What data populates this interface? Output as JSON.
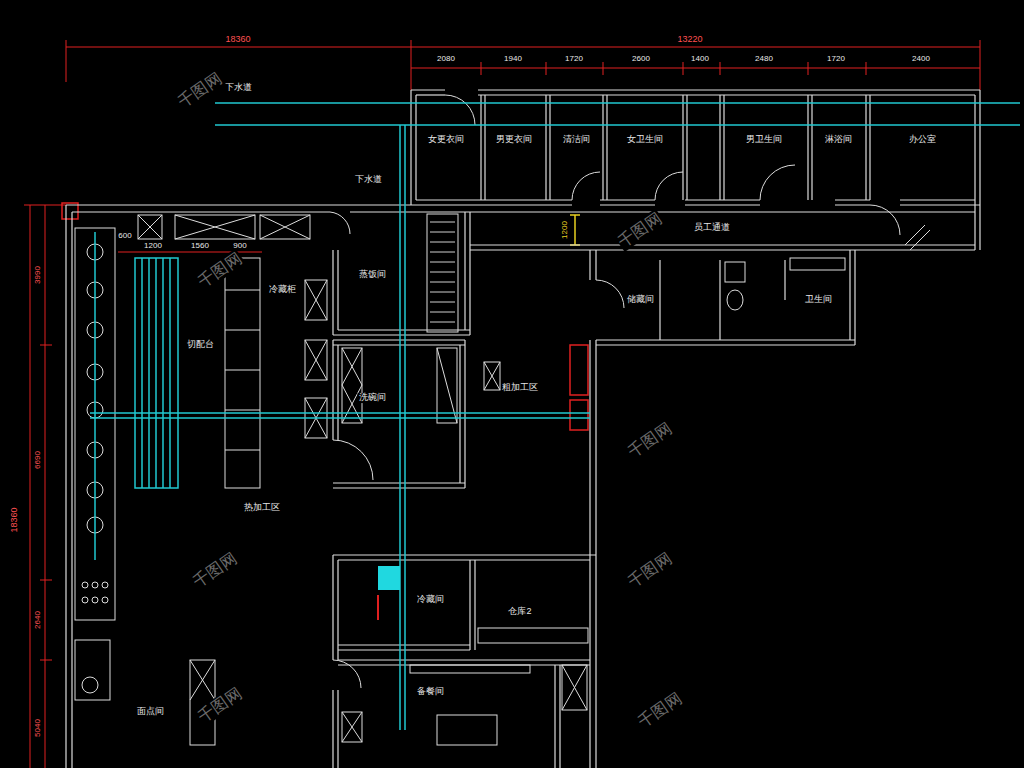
{
  "diagram": {
    "labels": [
      "18360",
      "13220",
      "2080",
      "1940",
      "1720",
      "2600",
      "1400",
      "2480",
      "1720",
      "2400",
      "18360",
      "3990",
      "6690",
      "2640",
      "5040",
      "1200",
      "600",
      "1200",
      "1560",
      "900",
      "下水道",
      "下水道",
      "女更衣间",
      "男更衣间",
      "清洁间",
      "女卫生间",
      "男卫生间",
      "淋浴间",
      "办公室",
      "员工通道",
      "储藏间",
      "卫生间",
      "蒸饭间",
      "洗碗间",
      "粗加工区",
      "热加工区",
      "切配台",
      "冷藏柜",
      "仓库2",
      "备餐间",
      "面点间",
      "冷藏间",
      "千图网",
      "千图网",
      "千图网",
      "千图网",
      "千图网",
      "千图网",
      "千图网",
      "千图网"
    ]
  }
}
